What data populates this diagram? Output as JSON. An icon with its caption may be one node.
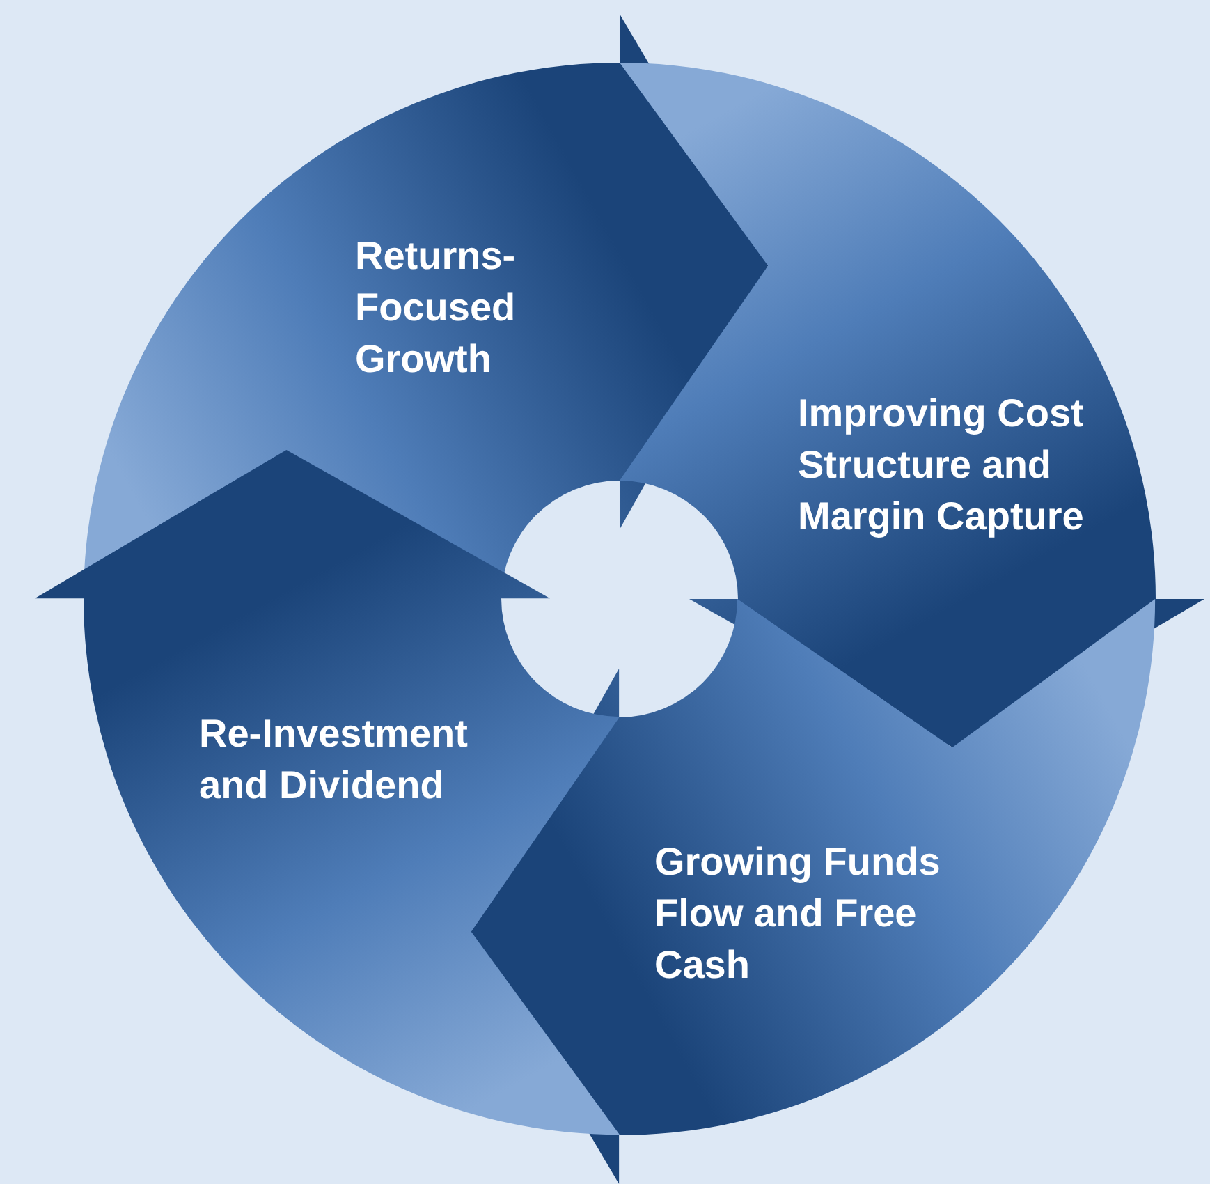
{
  "diagram": {
    "nodes": [
      {
        "text": [
          "Returns-Focused Growth"
        ]
      },
      {
        "text": [
          "Improving Cost Structure and Margin Capture"
        ]
      },
      {
        "text": [
          "Growing Funds Flow and Free Cash"
        ]
      },
      {
        "text": [
          "Re-Investment and Dividend"
        ]
      }
    ]
  }
}
